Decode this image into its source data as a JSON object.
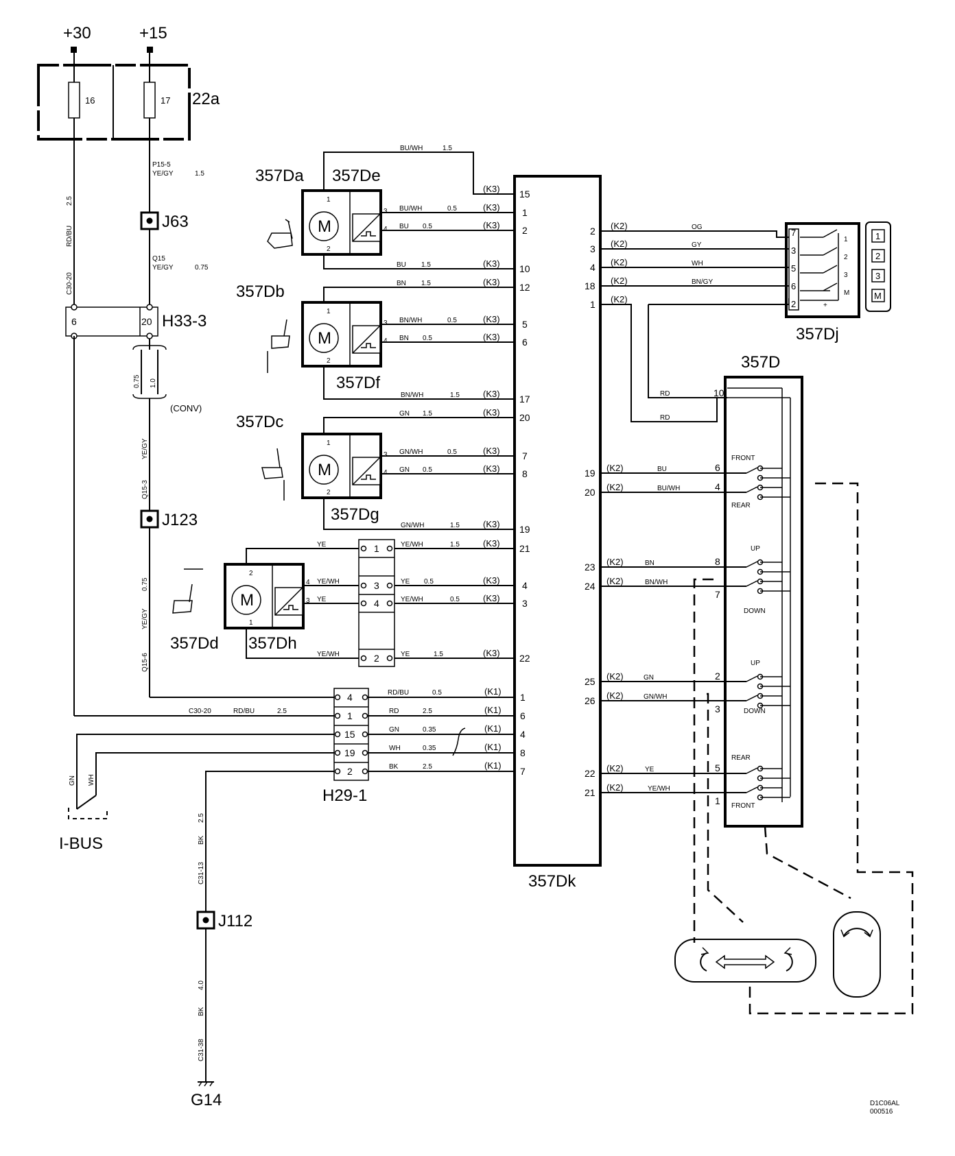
{
  "supplies": [
    "+30",
    "+15"
  ],
  "fusebox": {
    "id": "22a",
    "fuses": [
      "16",
      "17"
    ]
  },
  "junctions": {
    "j63": "J63",
    "j123": "J123",
    "j112": "J112"
  },
  "connectors": {
    "h33": "H33-3",
    "h29": "H29-1",
    "h33_pins": [
      "6",
      "20"
    ],
    "h29_pins": [
      "4",
      "1",
      "15",
      "19",
      "2"
    ],
    "sep_pins": [
      "1",
      "3",
      "4",
      "2"
    ]
  },
  "ground": "G14",
  "ibus": "I-BUS",
  "conv": "(CONV)",
  "control_unit": "357Dk",
  "switch_unit": "357D",
  "memory_switch": {
    "id": "357Dj",
    "buttons": [
      "1",
      "2",
      "3",
      "M"
    ],
    "contacts": [
      "7",
      "3",
      "5",
      "6",
      "2"
    ],
    "side": [
      "1",
      "2",
      "3",
      "M"
    ],
    "plus": "+"
  },
  "motors": [
    {
      "name": "357Da",
      "sensor": "357De",
      "label": "M"
    },
    {
      "name": "357Db",
      "sensor": "357Df",
      "label": "M"
    },
    {
      "name": "357Dc",
      "sensor": "357Dg",
      "label": "M"
    },
    {
      "name": "357Dd",
      "sensor": "357Dh",
      "label": "M"
    }
  ],
  "switch_labels": [
    "FRONT",
    "REAR",
    "UP",
    "DOWN",
    "UP",
    "DOWN",
    "REAR",
    "FRONT"
  ],
  "wire_left": {
    "w30_a": "2.5",
    "w30_b": "RD/BU",
    "w30_c": "C30-20",
    "w15_a": "P15-5",
    "w15_b": "YE/GY",
    "w15_c": "1.5",
    "q15_a": "Q15",
    "q15_b": "YE/GY",
    "q15_c": "0.75",
    "conv_a": "0.75",
    "conv_b": "1.0",
    "q153_a": "YE/GY",
    "q153_b": "Q15-3",
    "q156_a": "0.75",
    "q156_b": "YE/GY",
    "q156_c": "Q15-6",
    "h29w_a": "C30-20",
    "h29w_b": "RD/BU",
    "h29w_c": "2.5",
    "gn": "GN",
    "wh": "WH",
    "bk1_a": "2.5",
    "bk1_b": "BK",
    "bk1_c": "C31-13",
    "bk2_a": "4.0",
    "bk2_b": "BK",
    "bk2_c": "C31-38"
  },
  "k3_wires": [
    {
      "color": "BU/WH",
      "size": "1.5",
      "pin": "15"
    },
    {
      "color": "BU/WH",
      "size": "0.5",
      "pin": "1"
    },
    {
      "color": "BU",
      "size": "0.5",
      "pin": "2"
    },
    {
      "color": "BU",
      "size": "1.5",
      "pin": "10"
    },
    {
      "color": "BN",
      "size": "1.5",
      "pin": "12"
    },
    {
      "color": "BN/WH",
      "size": "0.5",
      "pin": "5"
    },
    {
      "color": "BN",
      "size": "0.5",
      "pin": "6"
    },
    {
      "color": "BN/WH",
      "size": "1.5",
      "pin": "17"
    },
    {
      "color": "GN",
      "size": "1.5",
      "pin": "20"
    },
    {
      "color": "GN/WH",
      "size": "0.5",
      "pin": "7"
    },
    {
      "color": "GN",
      "size": "0.5",
      "pin": "8"
    },
    {
      "color": "GN/WH",
      "size": "1.5",
      "pin": "19"
    },
    {
      "color": "YE/WH",
      "size": "1.5",
      "pin": "21"
    },
    {
      "color": "YE",
      "size": "0.5",
      "pin": "4"
    },
    {
      "color": "YE/WH",
      "size": "0.5",
      "pin": "3"
    },
    {
      "color": "YE",
      "size": "1.5",
      "pin": "22"
    }
  ],
  "motor_pins": [
    "1",
    "2",
    "3",
    "4"
  ],
  "dd_wires": [
    "YE",
    "YE/WH",
    "YE",
    "YE/WH"
  ],
  "k1_wires": [
    {
      "color": "RD/BU",
      "size": "0.5",
      "pin": "1"
    },
    {
      "color": "RD",
      "size": "2.5",
      "pin": "6"
    },
    {
      "color": "GN",
      "size": "0.35",
      "pin": "4"
    },
    {
      "color": "WH",
      "size": "0.35",
      "pin": "8"
    },
    {
      "color": "BK",
      "size": "2.5",
      "pin": "7"
    }
  ],
  "k2_top": [
    {
      "pin": "2",
      "color": "OG"
    },
    {
      "pin": "3",
      "color": "GY"
    },
    {
      "pin": "4",
      "color": "WH"
    },
    {
      "pin": "18",
      "color": "BN/GY"
    },
    {
      "pin": "1",
      "color": ""
    }
  ],
  "rd": {
    "color": "RD",
    "pin": "10"
  },
  "k2_bottom": [
    {
      "pin": "19",
      "color": "BU",
      "sw": "6"
    },
    {
      "pin": "20",
      "color": "BU/WH",
      "sw": "4"
    },
    {
      "pin": "23",
      "color": "BN",
      "sw": "8"
    },
    {
      "pin": "24",
      "color": "BN/WH",
      "sw": "7"
    },
    {
      "pin": "25",
      "color": "GN",
      "sw": "2"
    },
    {
      "pin": "26",
      "color": "GN/WH",
      "sw": "3"
    },
    {
      "pin": "22",
      "color": "YE",
      "sw": "5"
    },
    {
      "pin": "21",
      "color": "YE/WH",
      "sw": "1"
    }
  ],
  "tags": {
    "k1": "(K1)",
    "k2": "(K2)",
    "k3": "(K3)"
  },
  "drawing_id": [
    "D1C06AL",
    "000516"
  ]
}
